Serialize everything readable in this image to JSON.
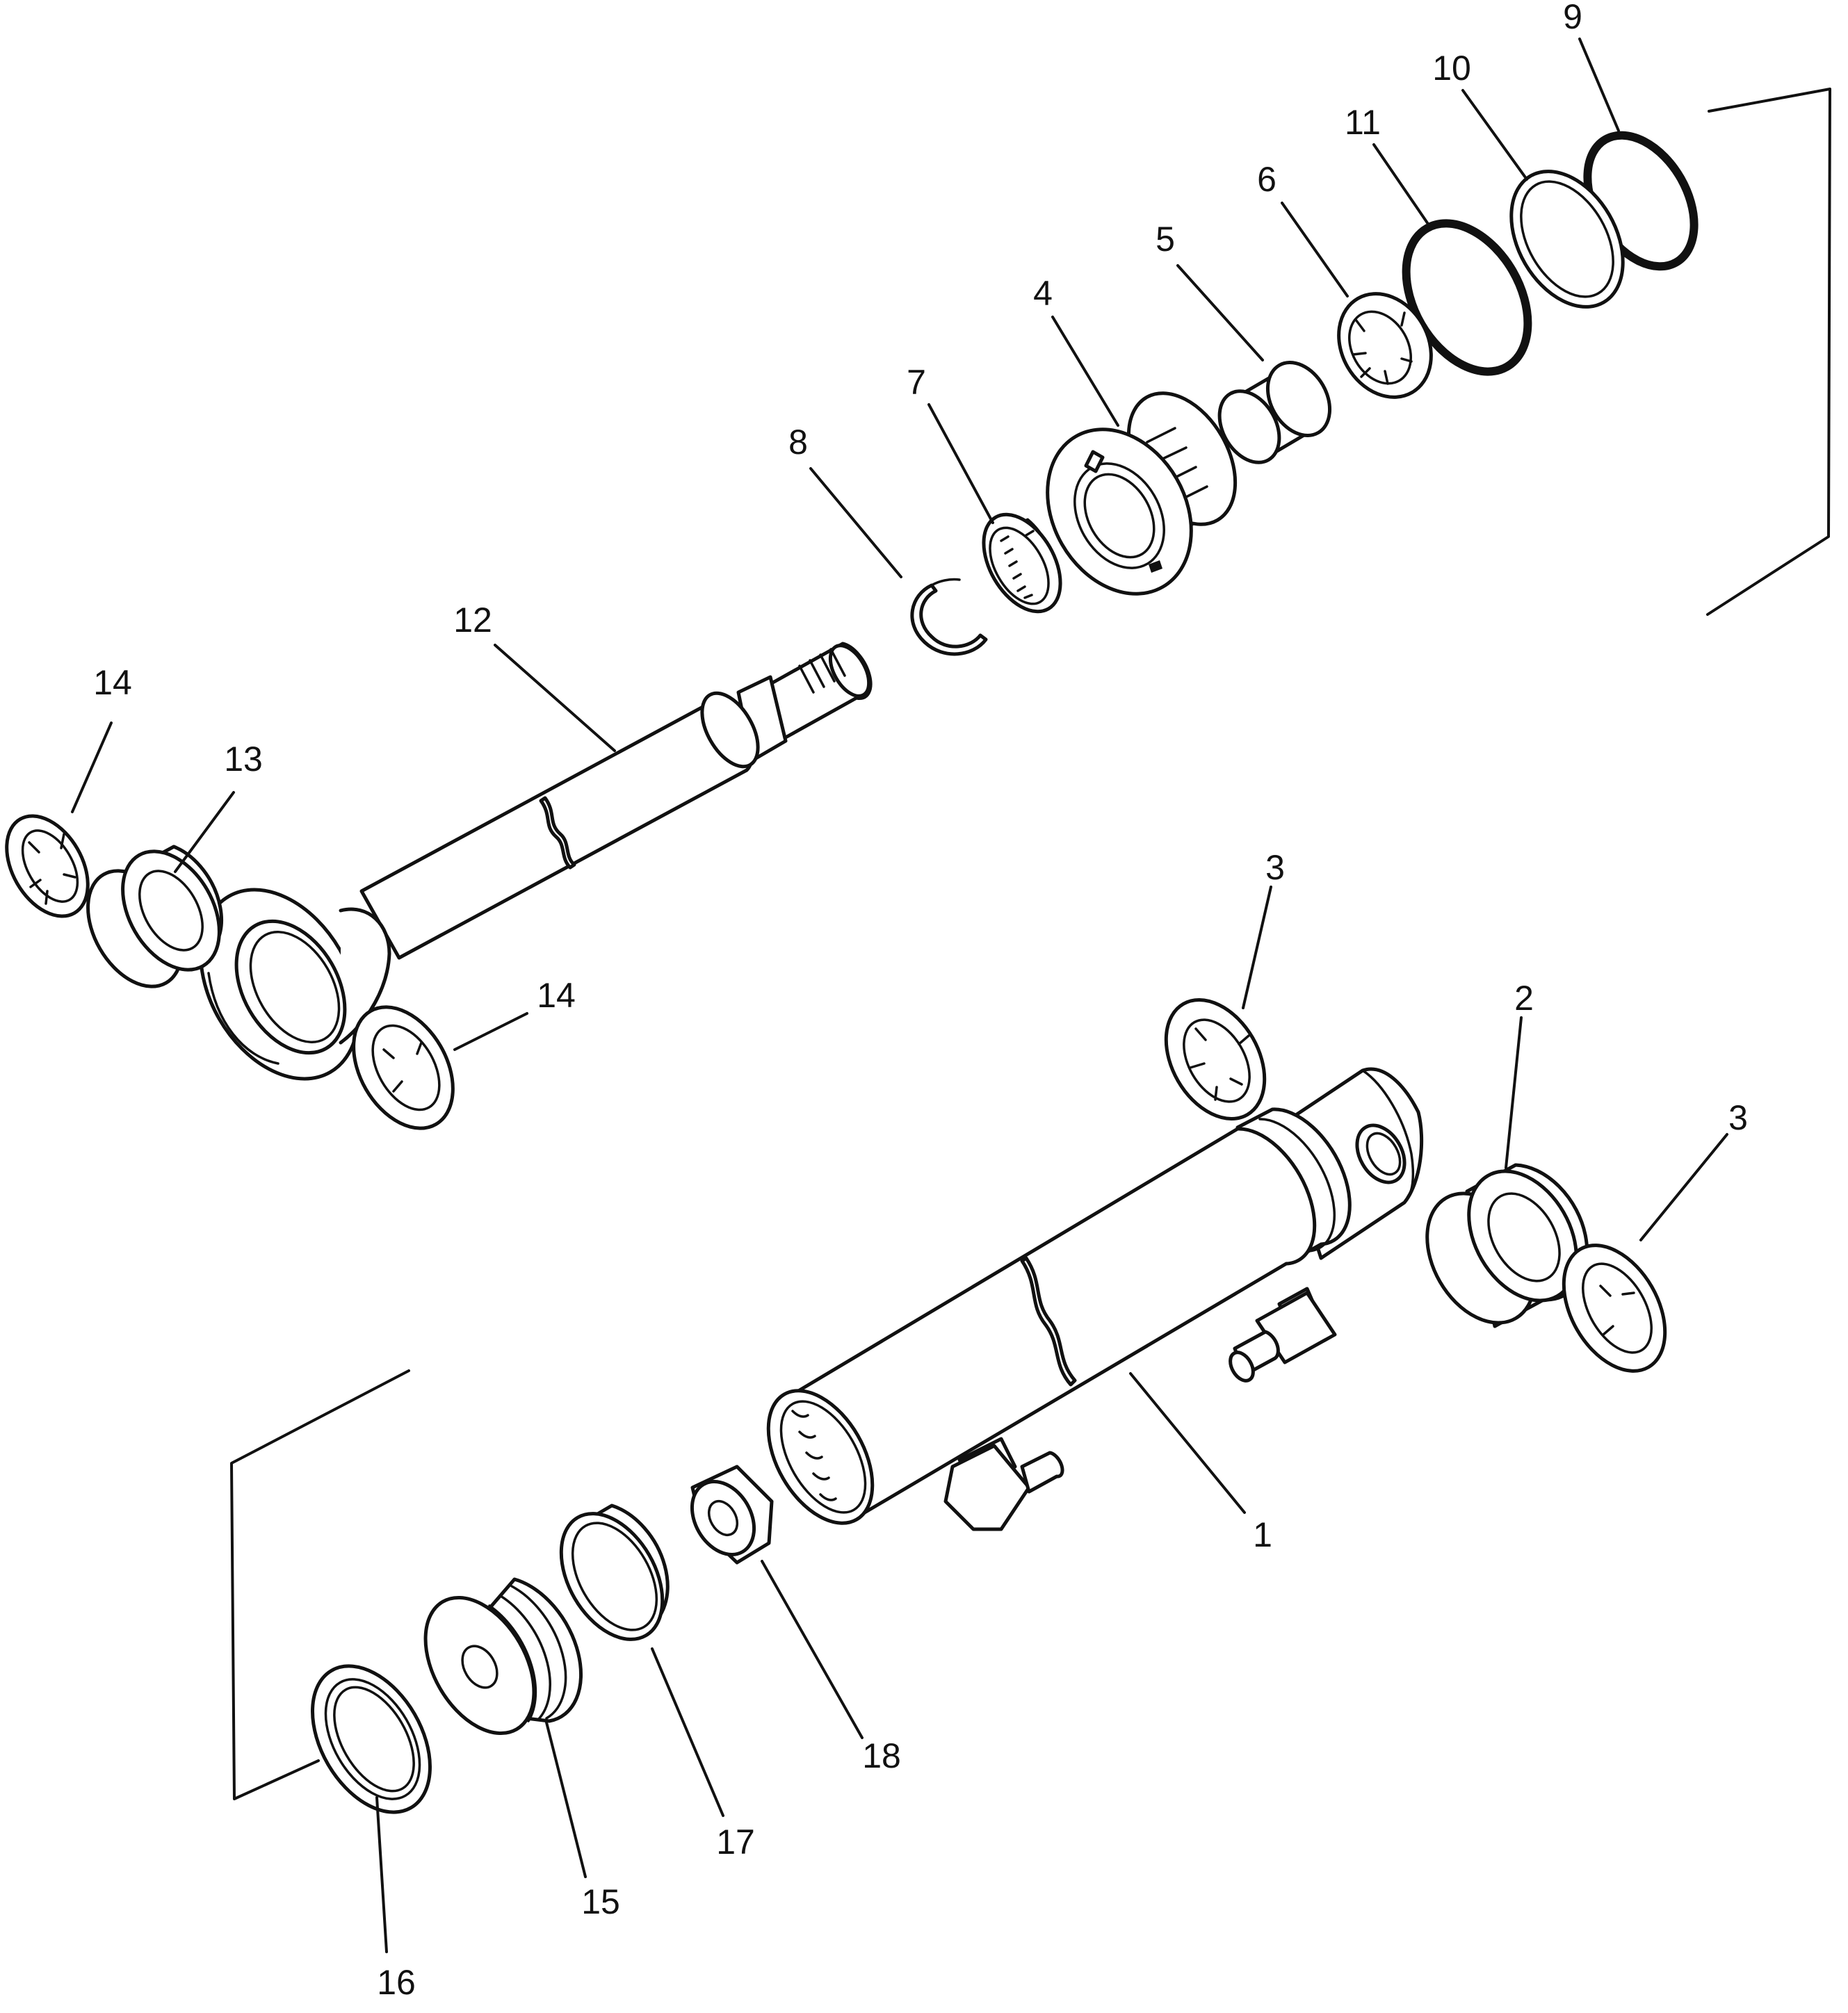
{
  "labels": {
    "p1": "1",
    "p2": "2",
    "p3_upper": "3",
    "p3_lower": "3",
    "p4": "4",
    "p5": "5",
    "p6": "6",
    "p7": "7",
    "p8": "8",
    "p9": "9",
    "p10": "10",
    "p11": "11",
    "p12": "12",
    "p13": "13",
    "p14_upper": "14",
    "p14_lower": "14",
    "p15": "15",
    "p16": "16",
    "p17": "17",
    "p18": "18"
  }
}
